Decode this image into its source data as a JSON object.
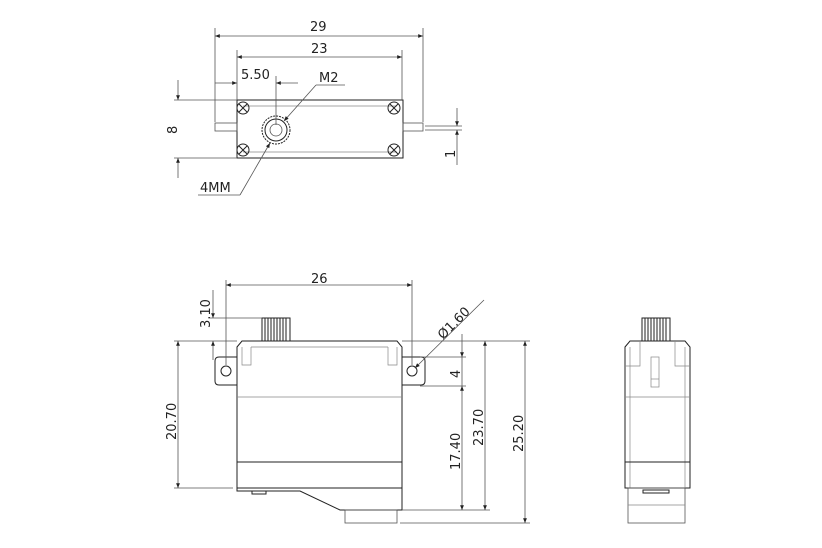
{
  "top_view": {
    "overall_width": "29",
    "body_width": "23",
    "shaft_offset": "5.50",
    "thread": "M2",
    "height": "8",
    "spline": "4MM",
    "wire_thickness": "1"
  },
  "front_view": {
    "mount_hole_spacing": "26",
    "spline_height": "3.10",
    "hole_diameter": "Ø1.60",
    "body_height": "20.70",
    "tab_height": "4",
    "tab_to_bottom": "17.40",
    "case_height": "23.70",
    "total_height": "25.20"
  }
}
